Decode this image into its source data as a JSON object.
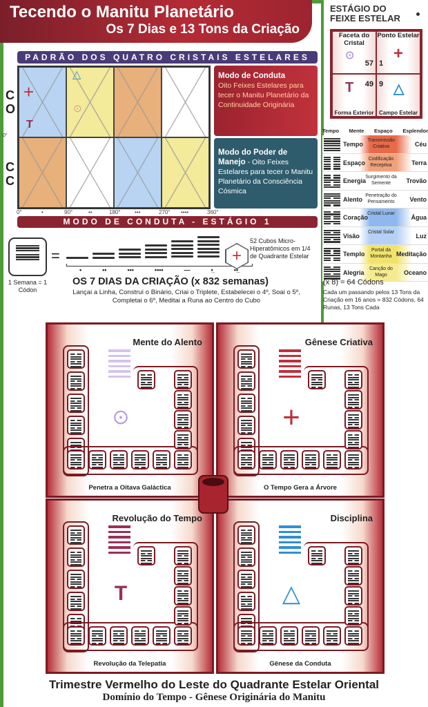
{
  "header": {
    "title": "Tecendo o Manitu Planetário",
    "subtitle": "Os 7 Dias e 13 Tons da Criação"
  },
  "pattern": {
    "title": "Padrão dos Quatro Cristais Estelares",
    "side_top": [
      "C",
      "O"
    ],
    "side_bottom": [
      "C",
      "C"
    ],
    "zero_label": "0°",
    "axis": [
      "0°",
      "•",
      "90°",
      "••",
      "180°",
      "•••",
      "270°",
      "••••",
      "360°"
    ],
    "footer": "Modo de Conduta - Estágio 1"
  },
  "mode_conduct": {
    "title": "Modo de Conduta",
    "text": "Oito Feixes Estelares para tecer o Manitu Planetário da Continuidade Originária"
  },
  "mode_power": {
    "title": "Modo do Poder de Manejo",
    "text": " - Oito Feixes Estelares para tecer o Manitu Planetário da Consciência Cósmica"
  },
  "stage": {
    "title1": "ESTÁGIO DO",
    "title2": "FEIXE ESTELAR",
    "cells": [
      {
        "label": "Faceta do Cristal",
        "num": "57"
      },
      {
        "label": "Ponto Estelar",
        "num": "1"
      },
      {
        "label": "Forma Exterior",
        "num": "49"
      },
      {
        "label": "Campo Estelar",
        "num": "9"
      }
    ],
    "columns": [
      "Tempo",
      "Mente",
      "Espaço",
      "Esplendor"
    ]
  },
  "codons": [
    {
      "a": "Tempo",
      "b": "Transmissão Criativa",
      "c": "Céu",
      "bg": "#e86a4a"
    },
    {
      "a": "Espaço",
      "b": "Codificação Receptiva",
      "c": "Terra",
      "bg": "#f0a07a"
    },
    {
      "a": "Energia",
      "b": "Surgimento da Semente",
      "c": "Trovão",
      "bg": "#ffffff"
    },
    {
      "a": "Alento",
      "b": "Penetração do Pensamento",
      "c": "Vento",
      "bg": "#ffffff"
    },
    {
      "a": "Coração",
      "b": "Cristal Lunar",
      "c": "Água",
      "bg": "#8fb8ee"
    },
    {
      "a": "Visão",
      "b": "Cristal Solar",
      "c": "Luz",
      "bg": "#b4d0f4"
    },
    {
      "a": "Templo",
      "b": "Portal da Montanha",
      "c": "Meditação",
      "bg": "#f1e36a"
    },
    {
      "a": "Alegria",
      "b": "Canção do Mago",
      "c": "Oceano",
      "bg": "#f5eb8e"
    }
  ],
  "codon_total": "(x 8) = 64 Códons",
  "codon_note": "Cada um passando pelos 13 Tons da Criação em 16 anos = 832 Códons, 64 Runas, 13 Tons Cada",
  "week": {
    "label": "1 Semana = 1 Códon",
    "equals": "=",
    "cubes": "52 Cubos Micro-Hiperatômicos em 1/4 de Quadrante Estelar",
    "tones": [
      "•",
      "••",
      "•••",
      "••••",
      "—",
      "•̲",
      "••̲"
    ],
    "title": "OS 7 DIAS DA CRIAÇÃO (x 832 semanas)",
    "text": "Lançai a Linha, Construí o Binário, Criai o Triplete, Estabelecei o 4º, Soai o 5º, Completai o 6º, Meditai a Runa ao Centro do Cubo"
  },
  "quadrants": [
    {
      "title": "Mente do Alento",
      "caption": "Penetra a Oitava Galáctica",
      "color": "#b79be0",
      "symbol": "⊙"
    },
    {
      "title": "Gênese Criativa",
      "caption": "O Tempo Gera a Árvore",
      "color": "#c0303a",
      "symbol": "+"
    },
    {
      "title": "Revolução do Tempo",
      "caption": "Revolução da Telepatia",
      "color": "#9b2f55",
      "symbol": "T"
    },
    {
      "title": "Disciplina",
      "caption": "Gênese da Conduta",
      "color": "#2f8ed6",
      "symbol": "△"
    }
  ],
  "footer": {
    "line1": "Trimestre Vermelho do Leste do Quadrante Estelar Oriental",
    "line2": "Domínio do Tempo - Gênese Originária do Manitu"
  }
}
